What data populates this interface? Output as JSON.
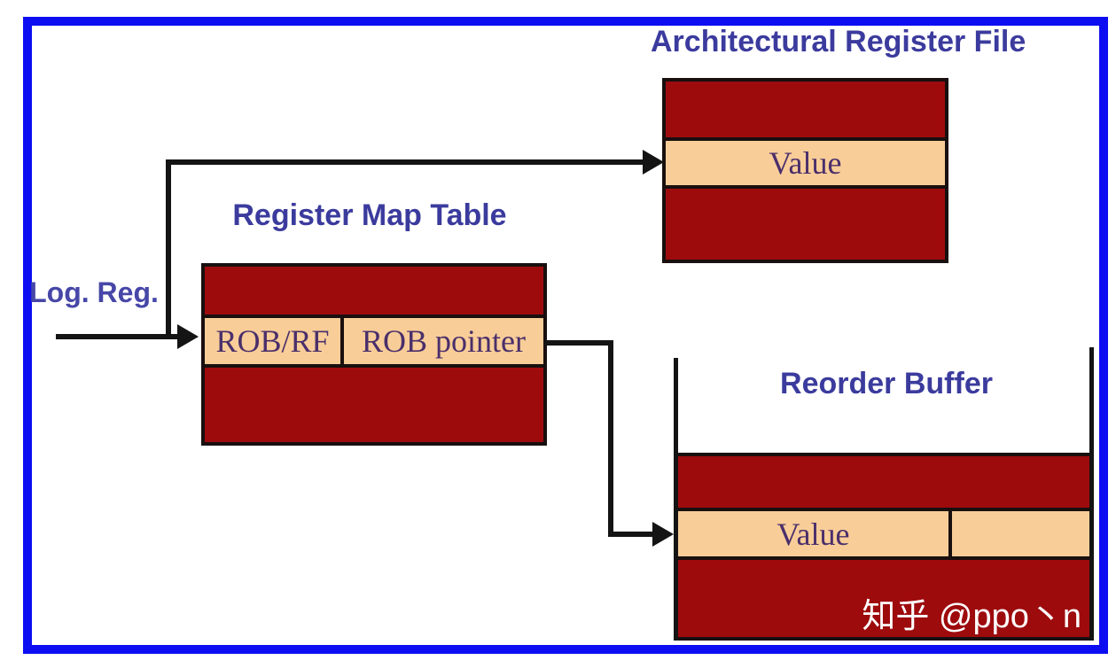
{
  "diagram": {
    "log_reg_label": "Log. Reg.",
    "arf": {
      "title": "Architectural Register File",
      "value_label": "Value"
    },
    "rmt": {
      "title": "Register Map Table",
      "col1_label": "ROB/RF",
      "col2_label": "ROB pointer"
    },
    "rob": {
      "title": "Reorder Buffer",
      "value_label": "Value"
    },
    "watermark": "知乎 @ppo丶n"
  },
  "colors": {
    "blue-border": "#0d0df2",
    "dark-red": "#9e0b0d",
    "tan": "#f8cd98",
    "line-black": "#141414",
    "box-border": "#190f0f",
    "title-blue": "#3b3b9e",
    "serif-purple": "#4a2f6b",
    "logreg-blue": "#4747a8",
    "watermark-white": "#ffffff"
  }
}
